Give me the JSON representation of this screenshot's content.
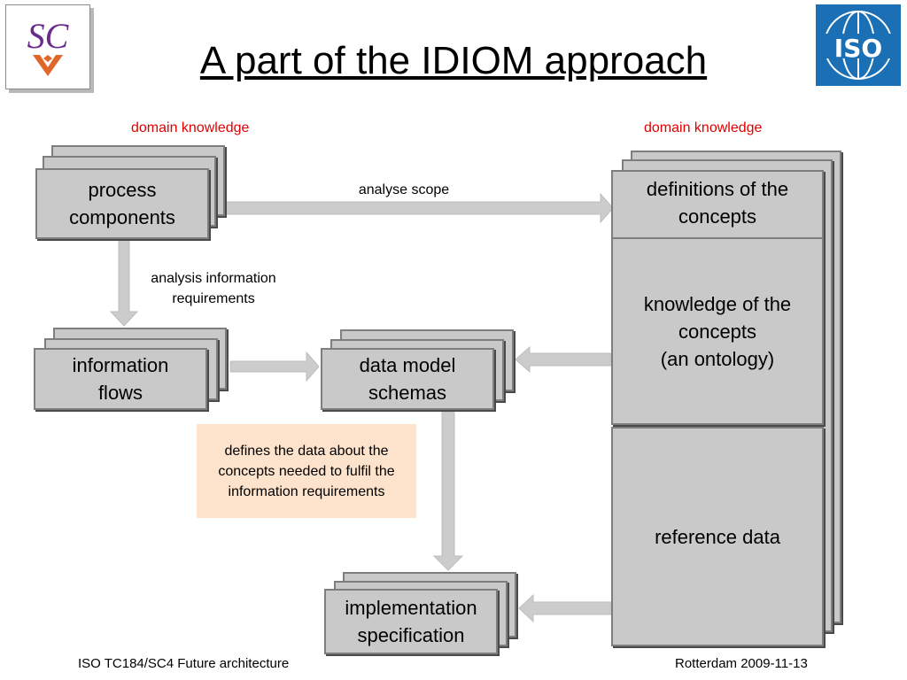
{
  "title": "A part of the IDIOM approach",
  "logos": {
    "left_lettering": "SC",
    "right_lettering": "ISO"
  },
  "domain_knowledge_left": "domain knowledge",
  "domain_knowledge_right": "domain knowledge",
  "boxes": {
    "process_components": "process components",
    "information_flows": "information flows",
    "data_model_schemas": "data model schemas",
    "implementation_specification": "implementation specification",
    "definitions": "definitions of the concepts",
    "knowledge_line1": "knowledge of the concepts",
    "knowledge_line2": "(an ontology)",
    "reference_data": "reference data"
  },
  "edge_labels": {
    "analyse_scope": "analyse scope",
    "analysis_info": "analysis information requirements"
  },
  "note": "defines the data about the concepts needed to fulfil the information requirements",
  "footer": {
    "left": "ISO TC184/SC4 Future architecture",
    "right": "Rotterdam 2009-11-13"
  },
  "colors": {
    "box_fill": "#c9c9c9",
    "arrow_fill": "#cccccc",
    "domain_knowledge_text": "#e00000",
    "note_fill": "#fde3cc",
    "iso_blue": "#1b6fb5"
  }
}
